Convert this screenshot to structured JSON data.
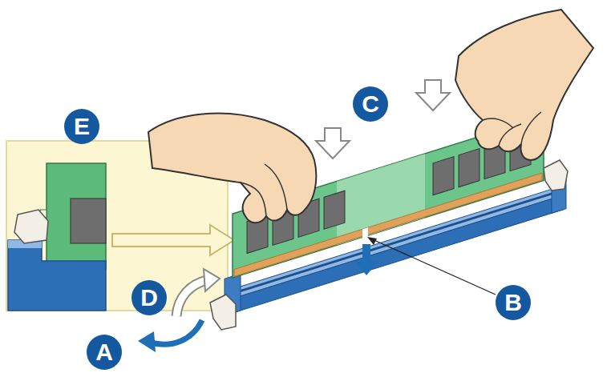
{
  "diagram": {
    "labels": [
      "E",
      "C",
      "D",
      "B",
      "A"
    ]
  }
}
